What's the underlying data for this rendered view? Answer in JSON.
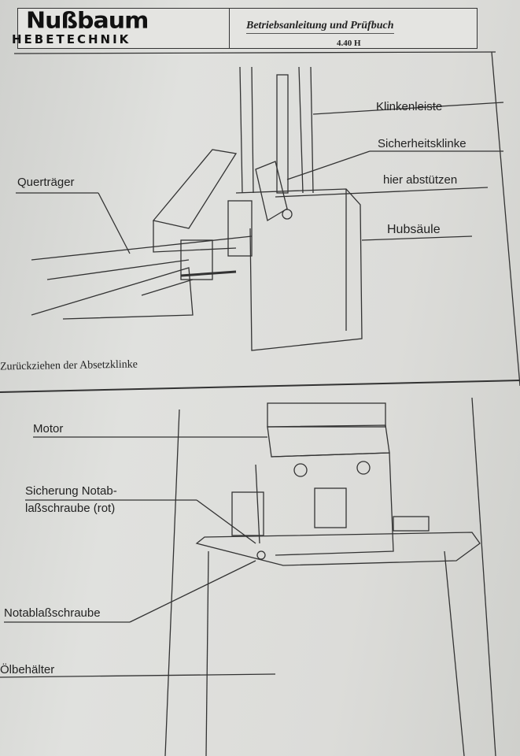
{
  "header": {
    "logo_main": "Nußbaum",
    "logo_sub": "HEBETECHNIK",
    "title": "Betriebsanleitung und Prüfbuch",
    "model": "4.40 H"
  },
  "top_figure": {
    "labels": {
      "klinkenleiste": "Klinkenleiste",
      "sicherheitsklinke": "Sicherheitsklinke",
      "hier_abstuetzen": "hier abstützen",
      "hubsaeule": "Hubsäule",
      "quertraeger": "Querträger"
    },
    "caption": "Zurückziehen der Absetzklinke"
  },
  "bottom_figure": {
    "labels": {
      "motor": "Motor",
      "sicherung_line1": "Sicherung Notab-",
      "sicherung_line2": "laßschraube (rot)",
      "notablassschraube": "Notablaßschraube",
      "oelbehaelter": "Ölbehälter"
    }
  }
}
